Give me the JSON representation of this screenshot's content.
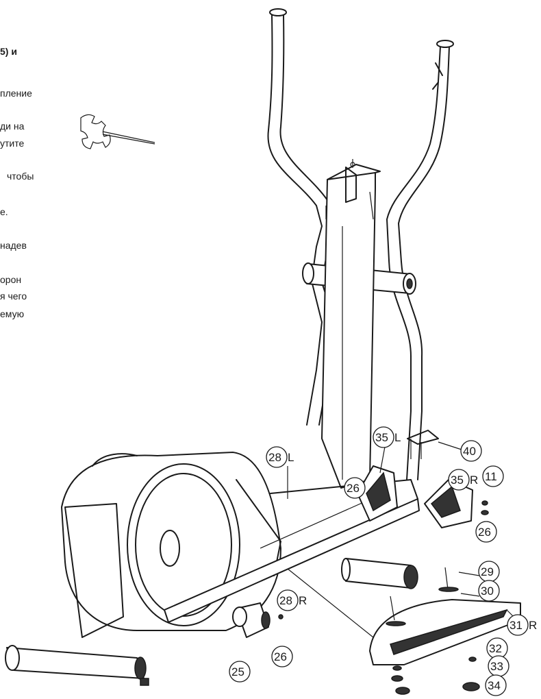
{
  "instruction_fragments": [
    {
      "id": "line1",
      "text": "5) и",
      "bold": true
    },
    {
      "id": "line2",
      "text": "пление"
    },
    {
      "id": "line3",
      "text": "ди на"
    },
    {
      "id": "line4",
      "text": "утите"
    },
    {
      "id": "line5",
      "text": "чтобы"
    },
    {
      "id": "line6",
      "text": "е."
    },
    {
      "id": "line7",
      "text": "надев"
    },
    {
      "id": "line8",
      "text": "орон"
    },
    {
      "id": "line9",
      "text": "я  чего"
    },
    {
      "id": "line10",
      "text": "емую"
    }
  ],
  "tool_icon": "wrench-icon",
  "part_callouts": [
    {
      "id": "c35L",
      "num": "35",
      "suffix": "L"
    },
    {
      "id": "c40",
      "num": "40",
      "suffix": ""
    },
    {
      "id": "c28L",
      "num": "28",
      "suffix": "L"
    },
    {
      "id": "c26a",
      "num": "26",
      "suffix": ""
    },
    {
      "id": "c35R",
      "num": "35",
      "suffix": "R"
    },
    {
      "id": "c11",
      "num": "11",
      "suffix": ""
    },
    {
      "id": "c26b",
      "num": "26",
      "suffix": ""
    },
    {
      "id": "c29",
      "num": "29",
      "suffix": ""
    },
    {
      "id": "c30",
      "num": "30",
      "suffix": ""
    },
    {
      "id": "c28R",
      "num": "28",
      "suffix": "R"
    },
    {
      "id": "c31R",
      "num": "31",
      "suffix": "R"
    },
    {
      "id": "c32",
      "num": "32",
      "suffix": ""
    },
    {
      "id": "c26c",
      "num": "26",
      "suffix": ""
    },
    {
      "id": "c33",
      "num": "33",
      "suffix": ""
    },
    {
      "id": "c25",
      "num": "25",
      "suffix": ""
    },
    {
      "id": "c34",
      "num": "34",
      "suffix": ""
    }
  ]
}
